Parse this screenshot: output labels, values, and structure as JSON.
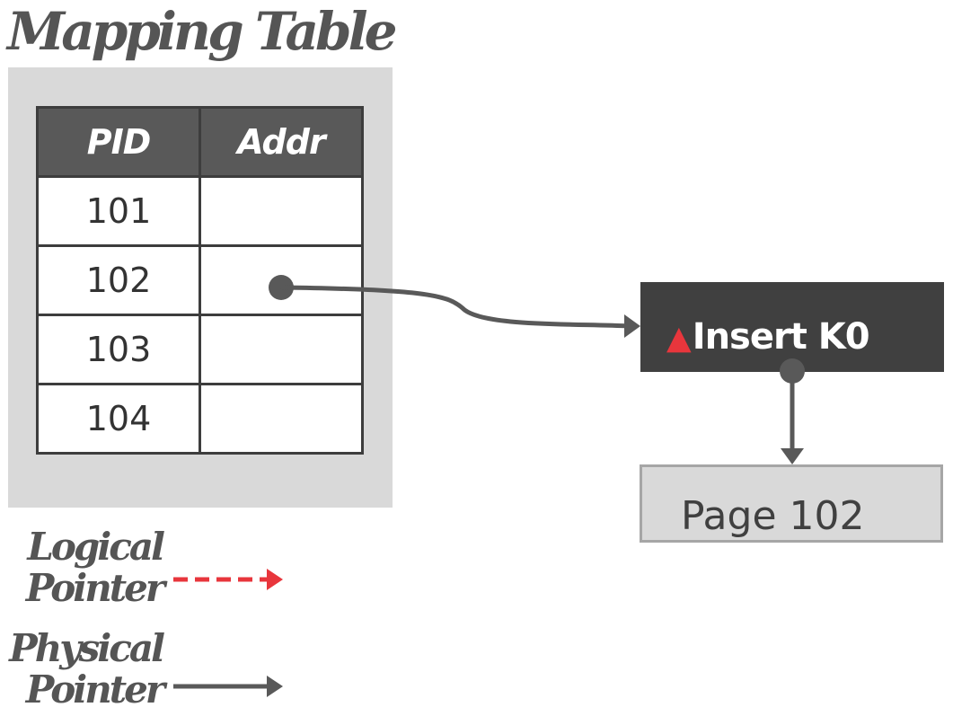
{
  "title": "Mapping Table",
  "table": {
    "headers": [
      "PID",
      "Addr"
    ],
    "rows": [
      {
        "pid": "101",
        "addr": ""
      },
      {
        "pid": "102",
        "addr": ""
      },
      {
        "pid": "103",
        "addr": ""
      },
      {
        "pid": "104",
        "addr": ""
      }
    ]
  },
  "delta_record": {
    "marker_icon": "red-triangle-icon",
    "label": "Insert K0"
  },
  "page": {
    "label": "Page 102"
  },
  "legend": {
    "logical_pointer": "Logical\nPointer",
    "physical_pointer": "Physical\nPointer"
  },
  "colors": {
    "logical_pointer": "#e8363c",
    "physical_pointer": "#595959",
    "header_bg": "#595959",
    "delta_bg": "#404040",
    "page_bg": "#d9d9d9"
  }
}
